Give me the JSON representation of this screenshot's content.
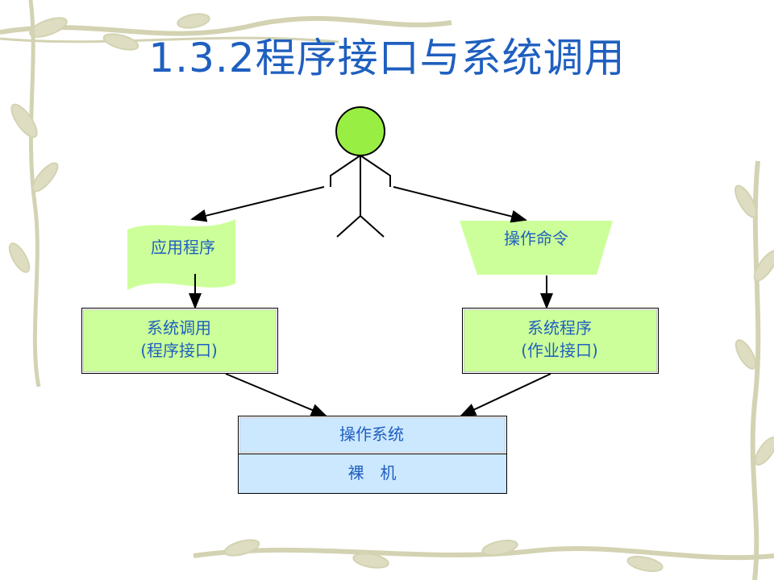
{
  "slide": {
    "title": "1.3.2程序接口与系统调用"
  },
  "diagram": {
    "app_program": "应用程序",
    "operation_command": "操作命令",
    "system_call": "系统调用\n(程序接口)",
    "system_program": "系统程序\n(作业接口)",
    "operating_system": "操作系统",
    "bare_machine": "裸　机"
  },
  "colors": {
    "title_text": "#1f5fbf",
    "label_text": "#1f5fbf",
    "box_green": "#ccff99",
    "box_blue": "#cce8ff",
    "stick_head": "#99ee44",
    "decor_vine": "#c9c8a0"
  }
}
